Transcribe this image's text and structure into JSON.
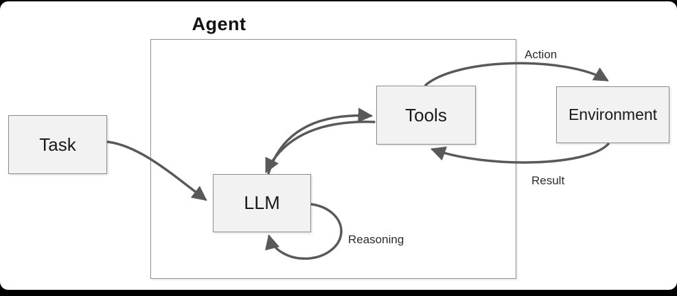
{
  "diagram": {
    "container": {
      "label": "Agent"
    },
    "nodes": [
      {
        "id": "task",
        "label": "Task"
      },
      {
        "id": "llm",
        "label": "LLM"
      },
      {
        "id": "tools",
        "label": "Tools"
      },
      {
        "id": "environment",
        "label": "Environment"
      }
    ],
    "edges": [
      {
        "id": "task-to-llm",
        "from": "Task",
        "to": "LLM",
        "label": ""
      },
      {
        "id": "llm-to-tools",
        "from": "LLM",
        "to": "Tools",
        "label": ""
      },
      {
        "id": "tools-to-llm",
        "from": "Tools",
        "to": "LLM",
        "label": ""
      },
      {
        "id": "llm-self-loop",
        "from": "LLM",
        "to": "LLM",
        "label": "Reasoning"
      },
      {
        "id": "tools-to-environment",
        "from": "Tools",
        "to": "Environment",
        "label": "Action"
      },
      {
        "id": "environment-to-tools",
        "from": "Environment",
        "to": "Tools",
        "label": "Result"
      }
    ],
    "colors": {
      "frame_background": "#000000",
      "canvas_background": "#ffffff",
      "node_fill": "#f2f2f2",
      "node_border": "#8a8a8a",
      "container_border": "#8f8f8f",
      "arrow": "#595959",
      "text": "#1a1a1a"
    }
  }
}
